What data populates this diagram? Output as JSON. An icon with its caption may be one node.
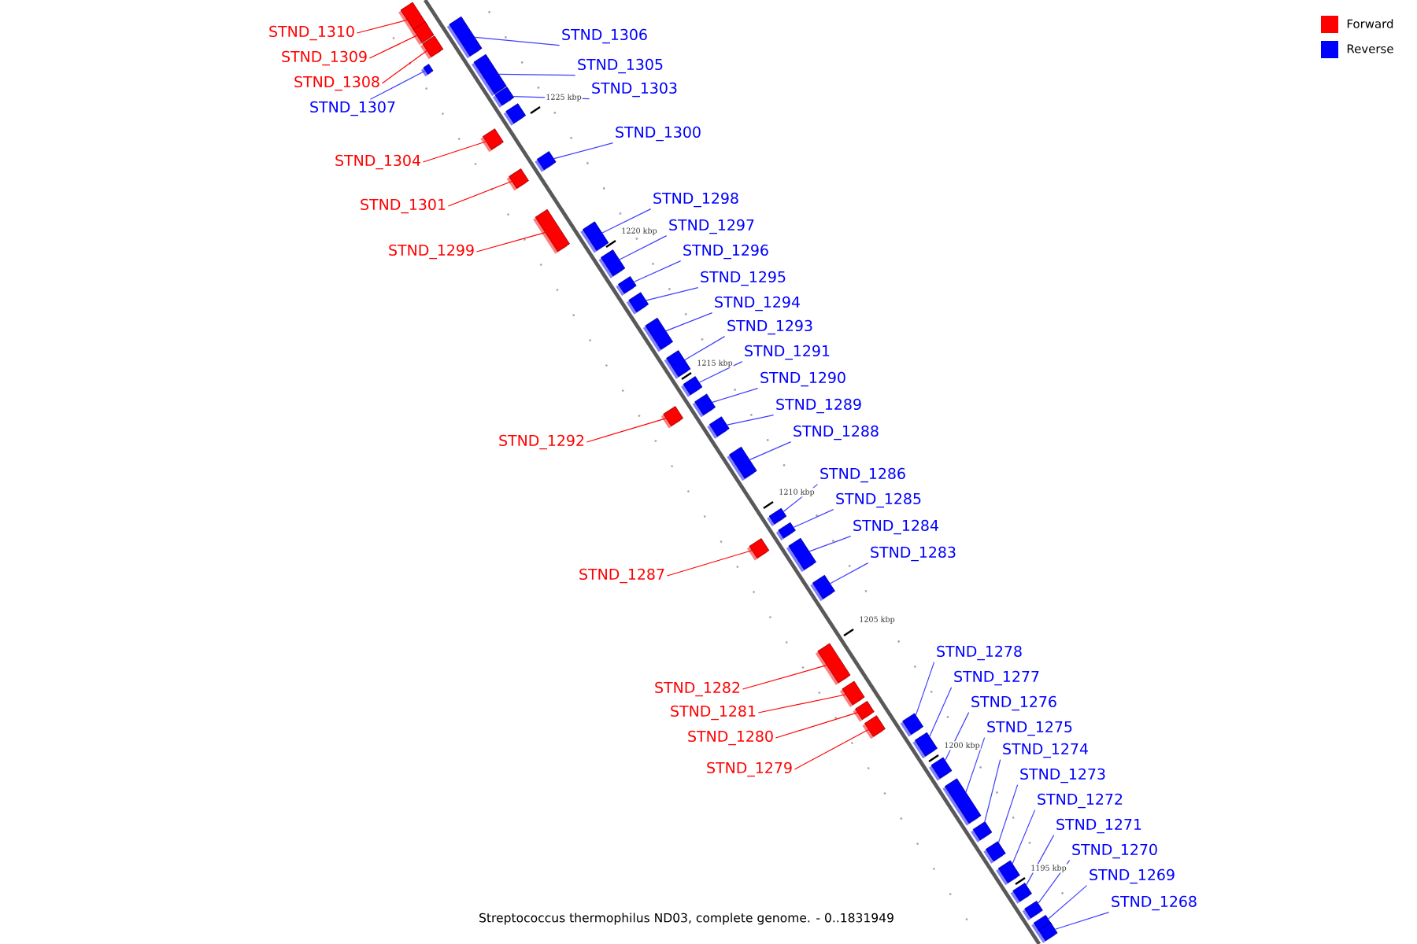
{
  "diagram": {
    "caption": "Streptococcus thermophilus ND03, complete genome. - 0..1831949",
    "nodes": [
      {
        "text": [
          "STND_1310"
        ]
      },
      {
        "text": [],
        "shape": "bar"
      },
      {
        "text": [
          "STND_1306"
        ]
      },
      {
        "text": [],
        "shape": "bar"
      },
      {
        "text": [
          "STND_1309"
        ]
      },
      {
        "text": [],
        "shape": "bar"
      },
      {
        "text": [
          "STND_1305"
        ]
      },
      {
        "text": [],
        "shape": "bar"
      },
      {
        "text": [
          "STND_1308"
        ]
      },
      {
        "text": [],
        "shape": "bar"
      },
      {
        "text": [
          "STND_1303"
        ]
      },
      {
        "text": [],
        "shape": "bar"
      },
      {
        "text": [
          "STND_1307"
        ]
      },
      {
        "text": [],
        "shape": "bar"
      },
      {
        "text": [],
        "shape": "bar"
      },
      {
        "text": [
          "STND_1300"
        ]
      },
      {
        "text": [],
        "shape": "bar"
      },
      {
        "text": [
          "STND_1304"
        ]
      },
      {
        "text": [],
        "shape": "bar"
      },
      {
        "text": [
          "STND_1298"
        ]
      },
      {
        "text": [],
        "shape": "bar"
      },
      {
        "text": [
          "STND_1301"
        ]
      },
      {
        "text": [],
        "shape": "bar"
      },
      {
        "text": [
          "STND_1297"
        ]
      },
      {
        "text": [],
        "shape": "bar"
      },
      {
        "text": [
          "STND_1299"
        ]
      },
      {
        "text": [],
        "shape": "bar"
      },
      {
        "text": [
          "STND_1296"
        ]
      },
      {
        "text": [],
        "shape": "bar"
      },
      {
        "text": [
          "STND_1295"
        ]
      },
      {
        "text": [],
        "shape": "bar"
      },
      {
        "text": [
          "STND_1294"
        ]
      },
      {
        "text": [],
        "shape": "bar"
      },
      {
        "text": [
          "STND_1293"
        ]
      },
      {
        "text": [],
        "shape": "bar"
      },
      {
        "text": [
          "STND_1291"
        ]
      },
      {
        "text": [],
        "shape": "bar"
      },
      {
        "text": [
          "STND_1290"
        ]
      },
      {
        "text": [],
        "shape": "bar"
      },
      {
        "text": [
          "STND_1289"
        ]
      },
      {
        "text": [],
        "shape": "bar"
      },
      {
        "text": [
          "STND_1288"
        ]
      },
      {
        "text": [],
        "shape": "bar"
      },
      {
        "text": [
          "STND_1292"
        ]
      },
      {
        "text": [],
        "shape": "bar"
      },
      {
        "text": [
          "STND_1286"
        ]
      },
      {
        "text": [],
        "shape": "bar"
      },
      {
        "text": [
          "STND_1285"
        ]
      },
      {
        "text": [],
        "shape": "bar"
      },
      {
        "text": [
          "STND_1284"
        ]
      },
      {
        "text": [],
        "shape": "bar"
      },
      {
        "text": [
          "STND_1283"
        ]
      },
      {
        "text": [],
        "shape": "bar"
      },
      {
        "text": [
          "STND_1287"
        ]
      },
      {
        "text": [],
        "shape": "bar"
      },
      {
        "text": [
          "STND_1278"
        ]
      },
      {
        "text": [],
        "shape": "bar"
      },
      {
        "text": [
          "STND_1277"
        ]
      },
      {
        "text": [],
        "shape": "bar"
      },
      {
        "text": [
          "STND_1282"
        ]
      },
      {
        "text": [],
        "shape": "bar"
      },
      {
        "text": [
          "STND_1276"
        ]
      },
      {
        "text": [],
        "shape": "bar"
      },
      {
        "text": [
          "STND_1281"
        ]
      },
      {
        "text": [],
        "shape": "bar"
      },
      {
        "text": [
          "STND_1275"
        ]
      },
      {
        "text": [],
        "shape": "bar"
      },
      {
        "text": [
          "STND_1280"
        ]
      },
      {
        "text": [],
        "shape": "bar"
      },
      {
        "text": [
          "STND_1274"
        ]
      },
      {
        "text": [],
        "shape": "bar"
      },
      {
        "text": [
          "STND_1279"
        ]
      },
      {
        "text": [],
        "shape": "bar"
      },
      {
        "text": [
          "STND_1273"
        ]
      },
      {
        "text": [],
        "shape": "bar"
      },
      {
        "text": [
          "STND_1272"
        ]
      },
      {
        "text": [],
        "shape": "bar"
      },
      {
        "text": [
          "STND_1271"
        ]
      },
      {
        "text": [],
        "shape": "bar"
      },
      {
        "text": [
          "STND_1270"
        ]
      },
      {
        "text": [],
        "shape": "bar"
      },
      {
        "text": [
          "STND_1269"
        ]
      },
      {
        "text": [],
        "shape": "bar"
      },
      {
        "text": [
          "STND_1268"
        ]
      },
      {
        "text": [],
        "shape": "bar"
      }
    ],
    "edges": [
      {
        "from": 0,
        "to": 1,
        "arrow": "none",
        "color": "#ff0000"
      },
      {
        "from": 2,
        "to": 3,
        "arrow": "none"
      },
      {
        "from": 4,
        "to": 5,
        "arrow": "none",
        "color": "#ff0000"
      },
      {
        "from": 6,
        "to": 7,
        "arrow": "none"
      },
      {
        "from": 8,
        "to": 9,
        "arrow": "none",
        "color": "#ff0000"
      },
      {
        "from": 10,
        "to": 11,
        "arrow": "none"
      },
      {
        "from": 12,
        "to": 13,
        "arrow": "none"
      },
      {
        "from": 15,
        "to": 16,
        "arrow": "none"
      },
      {
        "from": 17,
        "to": 18,
        "arrow": "none",
        "color": "#ff0000"
      },
      {
        "from": 19,
        "to": 20,
        "arrow": "none"
      },
      {
        "from": 21,
        "to": 22,
        "arrow": "none",
        "color": "#ff0000"
      },
      {
        "from": 23,
        "to": 24,
        "arrow": "none"
      },
      {
        "from": 25,
        "to": 26,
        "arrow": "none",
        "color": "#ff0000"
      },
      {
        "from": 27,
        "to": 28,
        "arrow": "none"
      },
      {
        "from": 29,
        "to": 30,
        "arrow": "none"
      },
      {
        "from": 31,
        "to": 32,
        "arrow": "none"
      },
      {
        "from": 33,
        "to": 34,
        "arrow": "none"
      },
      {
        "from": 35,
        "to": 36,
        "arrow": "none"
      },
      {
        "from": 37,
        "to": 38,
        "arrow": "none"
      },
      {
        "from": 39,
        "to": 40,
        "arrow": "none"
      },
      {
        "from": 41,
        "to": 42,
        "arrow": "none"
      },
      {
        "from": 43,
        "to": 44,
        "arrow": "none",
        "color": "#ff0000"
      },
      {
        "from": 45,
        "to": 46,
        "arrow": "none"
      },
      {
        "from": 47,
        "to": 48,
        "arrow": "none"
      },
      {
        "from": 49,
        "to": 50,
        "arrow": "none"
      },
      {
        "from": 51,
        "to": 52,
        "arrow": "none"
      },
      {
        "from": 53,
        "to": 54,
        "arrow": "none",
        "color": "#ff0000"
      },
      {
        "from": 55,
        "to": 56,
        "arrow": "none"
      },
      {
        "from": 57,
        "to": 58,
        "arrow": "none"
      },
      {
        "from": 59,
        "to": 60,
        "arrow": "none",
        "color": "#ff0000"
      },
      {
        "from": 61,
        "to": 62,
        "arrow": "none"
      },
      {
        "from": 63,
        "to": 64,
        "arrow": "none",
        "color": "#ff0000"
      },
      {
        "from": 65,
        "to": 66,
        "arrow": "none"
      },
      {
        "from": 67,
        "to": 68,
        "arrow": "none",
        "color": "#ff0000"
      },
      {
        "from": 69,
        "to": 70,
        "arrow": "none"
      },
      {
        "from": 71,
        "to": 72,
        "arrow": "none",
        "color": "#ff0000"
      },
      {
        "from": 73,
        "to": 74,
        "arrow": "none"
      },
      {
        "from": 75,
        "to": 76,
        "arrow": "none"
      },
      {
        "from": 77,
        "to": 78,
        "arrow": "none"
      },
      {
        "from": 79,
        "to": 80,
        "arrow": "none"
      },
      {
        "from": 81,
        "to": 82,
        "arrow": "none"
      },
      {
        "from": 83,
        "to": 84,
        "arrow": "none"
      }
    ],
    "labels": [
      "1225 kbp",
      "1220 kbp",
      "1215 kbp",
      "1210 kbp",
      "1205 kbp",
      "1200 kbp",
      "1195 kbp"
    ],
    "legend": [
      {
        "text": "Forward",
        "color": "#ff0000"
      },
      {
        "text": "Reverse",
        "color": "#0000ff"
      }
    ]
  }
}
